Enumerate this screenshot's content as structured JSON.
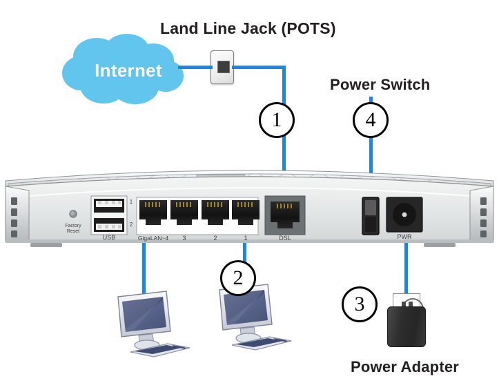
{
  "diagram": {
    "title_pots": "Land Line Jack (POTS)",
    "title_power_switch": "Power Switch",
    "title_power_adapter": "Power Adapter",
    "cloud_label": "Internet",
    "callouts": [
      {
        "id": "1",
        "number": "1",
        "target": "DSL port to land line jack"
      },
      {
        "id": "2",
        "number": "2",
        "target": "GigaLAN ports to computers"
      },
      {
        "id": "3",
        "number": "3",
        "target": "PWR jack to power adapter"
      },
      {
        "id": "4",
        "number": "4",
        "target": "Power switch"
      }
    ]
  },
  "router": {
    "labels": {
      "factory_reset_line1": "Factory",
      "factory_reset_line2": "Reset",
      "usb": "USB",
      "usb_port_1": "1",
      "usb_port_2": "2",
      "lan4": "GigaLAN~4",
      "lan3": "3",
      "lan2": "2",
      "lan1": "1",
      "dsl": "DSL",
      "pwr": "PWR"
    },
    "colors": {
      "chassis": "#e8eaea",
      "chassis_edge": "#9aa0a2",
      "port_dark": "#1d1d1d",
      "cable_blue": "#1b87e0",
      "cloud_blue": "#61c5ee",
      "text_dark": "#231f20"
    }
  },
  "devices": [
    {
      "name": "computer-1",
      "type": "desktop-monitor"
    },
    {
      "name": "computer-2",
      "type": "desktop-monitor"
    },
    {
      "name": "power-adapter",
      "type": "ac-adapter"
    }
  ]
}
